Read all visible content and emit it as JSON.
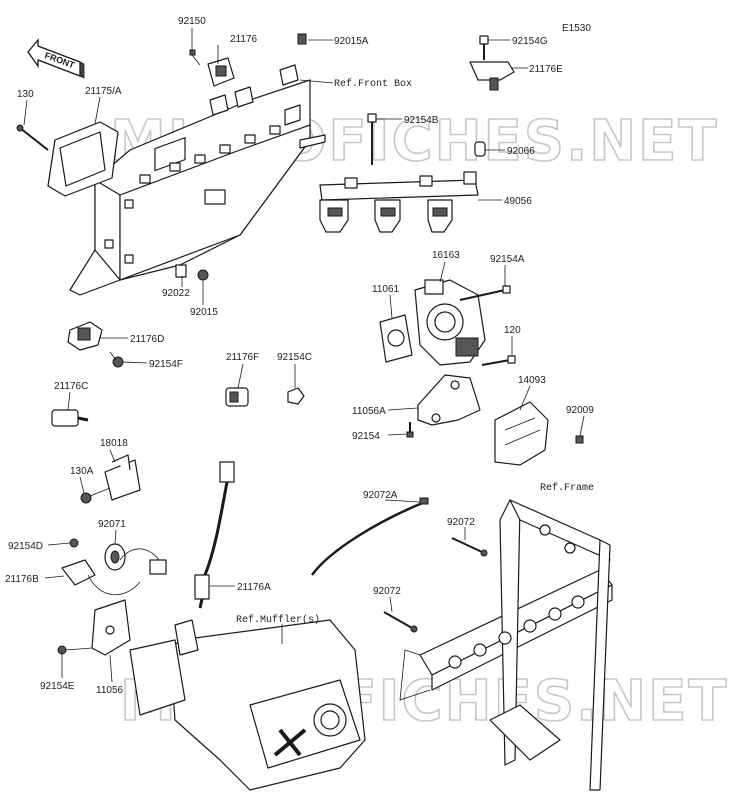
{
  "diagram_code": "E1530",
  "arrow_label": "FRONT",
  "watermark": "MICROFICHES.NET",
  "references": {
    "front_box": "Ref.Front Box",
    "frame": "Ref.Frame",
    "mufflers": "Ref.Muffler(s)"
  },
  "callouts": [
    "92150",
    "21176",
    "92015A",
    "130",
    "21175/A",
    "92154G",
    "21176E",
    "92154B",
    "92066",
    "49056",
    "92022",
    "92015",
    "16163",
    "92154A",
    "11061",
    "120",
    "21176D",
    "92154F",
    "21176F",
    "92154C",
    "21176C",
    "14093",
    "11056A",
    "92009",
    "92154",
    "18018",
    "130A",
    "92072A",
    "92071",
    "92072",
    "92154D",
    "21176B",
    "21176A",
    "92072",
    "11056",
    "92154E"
  ]
}
